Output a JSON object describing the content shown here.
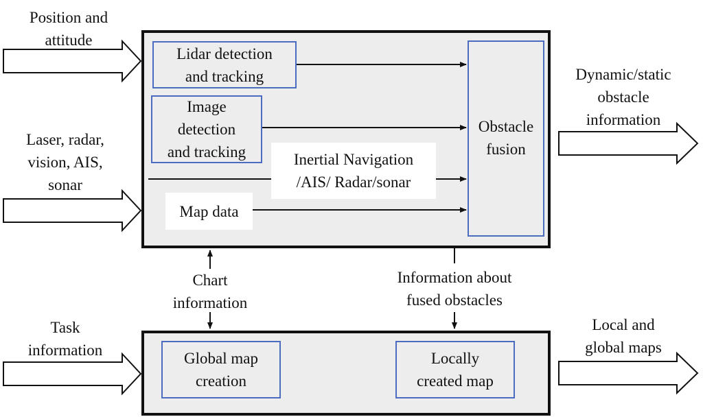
{
  "inputs": {
    "position_attitude": [
      "Position and",
      "attitude"
    ],
    "sensors": [
      "Laser, radar,",
      "vision, AIS,",
      "sonar"
    ],
    "task": [
      "Task",
      "information"
    ]
  },
  "outputs": {
    "obstacle_info": [
      "Dynamic/static",
      "obstacle",
      "information"
    ],
    "maps": [
      "Local and",
      "global maps"
    ]
  },
  "perception": {
    "lidar": [
      "Lidar detection",
      "and tracking"
    ],
    "image": [
      "Image",
      "detection",
      "and tracking"
    ],
    "inertial": [
      "Inertial Navigation",
      "/AIS/ Radar/sonar"
    ],
    "map_data": "Map data",
    "fusion": [
      "Obstacle",
      "fusion"
    ]
  },
  "links": {
    "chart_info": [
      "Chart",
      "information"
    ],
    "fused_info": [
      "Information about",
      "fused obstacles"
    ]
  },
  "mapping": {
    "global": [
      "Global map",
      "creation"
    ],
    "local": [
      "Locally",
      "created map"
    ]
  }
}
